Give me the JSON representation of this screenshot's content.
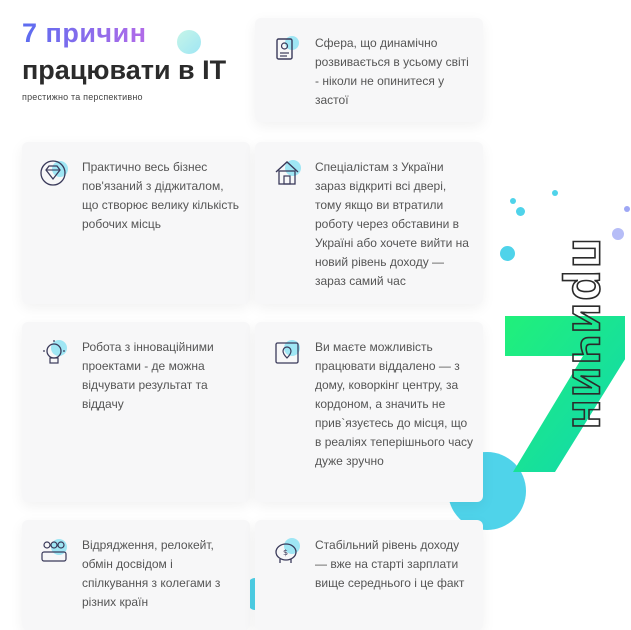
{
  "header": {
    "accent_title": "7 причин",
    "main_title": "працювати в IT",
    "subtitle": "престижно та перспективно"
  },
  "decoration": {
    "big_word": "причин",
    "big_number": "7",
    "accent_color": "#19e4a0",
    "cyan_color": "#4fd3ea",
    "purple_color": "#9ea7f5"
  },
  "cards": [
    {
      "icon": "settings-document-icon",
      "text": "Сфера, що динамічно розвивається в усьому світі - ніколи не опинитеся у застої"
    },
    {
      "icon": "diamond-icon",
      "text": "Практично весь бізнес пов'язаний з діджиталом, що створює велику кількість робочих місць"
    },
    {
      "icon": "house-icon",
      "text": "Спеціалістам з України зараз відкриті всі двері, тому якщо ви втратили роботу через обставини в Україні або хочете вийти на новий рівень доходу — зараз самий час"
    },
    {
      "icon": "lightbulb-icon",
      "text": "Робота з інноваційними проектами - де можна відчувати результат та віддачу"
    },
    {
      "icon": "map-pin-icon",
      "text": "Ви маєте можливість працювати віддалено — з дому, коворкінг центру, за кордоном, а значить не прив`язуєтесь до місця, що в реаліях теперішнього часу дуже зручно"
    },
    {
      "icon": "team-icon",
      "text": "Відрядження, релокейт, обмін досвідом і спілкування з колегами з різних країн"
    },
    {
      "icon": "piggy-bank-icon",
      "text": "Стабільний рівень доходу — вже на старті зарплати вище середнього і це факт"
    }
  ]
}
